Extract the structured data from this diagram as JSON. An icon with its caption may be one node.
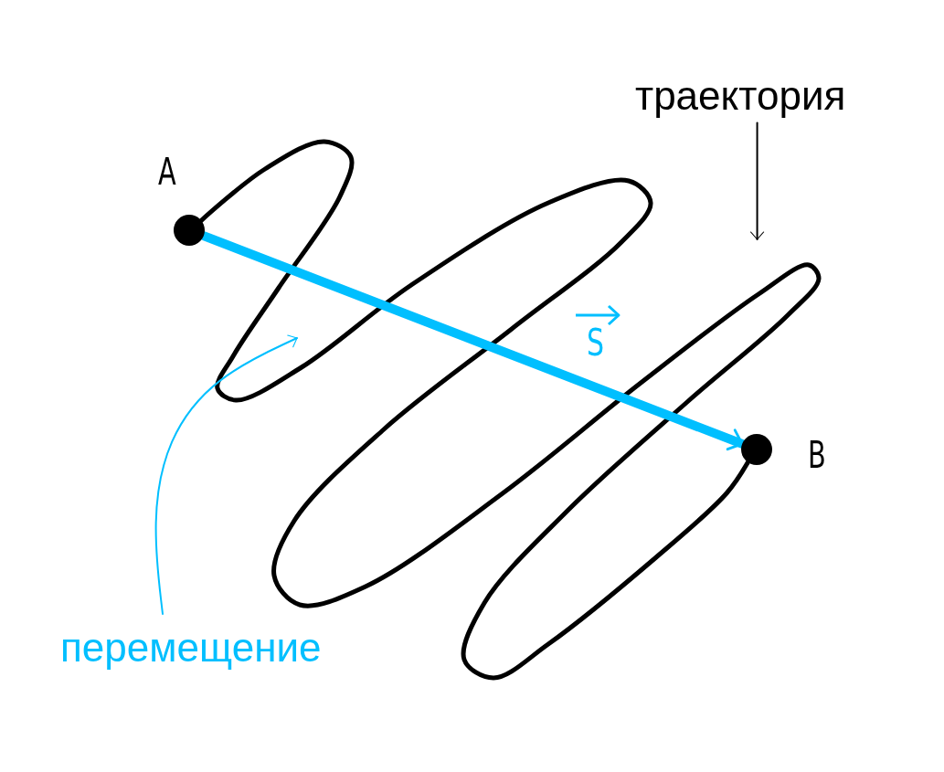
{
  "diagram": {
    "nodes": [
      {
        "text": [],
        "shape": "circle",
        "beside": [
          "A"
        ]
      },
      {
        "text": [],
        "shape": "circle",
        "beside": [
          "B"
        ]
      },
      {
        "text": [
          "траектория"
        ]
      },
      {
        "text": [
          "перемещение"
        ]
      }
    ],
    "edges": [
      {
        "from": 0,
        "to": 1,
        "arrow": "none",
        "style": "thick"
      },
      {
        "from": 0,
        "to": 1,
        "arrow": "to",
        "label": "S",
        "style": "thick",
        "color": "#00bfff"
      },
      {
        "from": 2,
        "to": null,
        "arrow": "to"
      },
      {
        "from": 3,
        "to": null,
        "arrow": "to",
        "color": "#00bfff"
      }
    ]
  }
}
